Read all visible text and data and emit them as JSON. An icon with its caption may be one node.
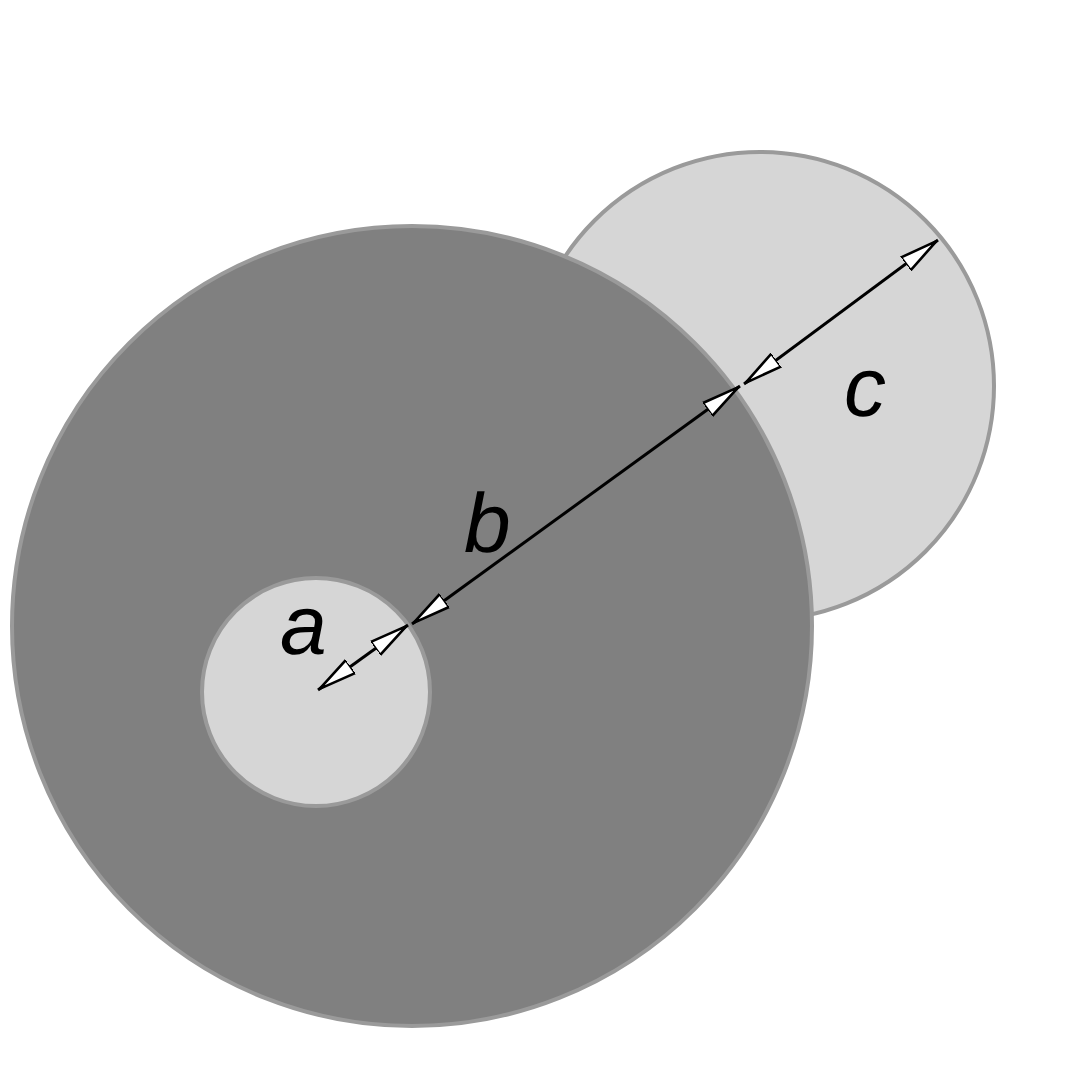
{
  "diagram": {
    "labels": [
      "a",
      "b",
      "c"
    ]
  }
}
